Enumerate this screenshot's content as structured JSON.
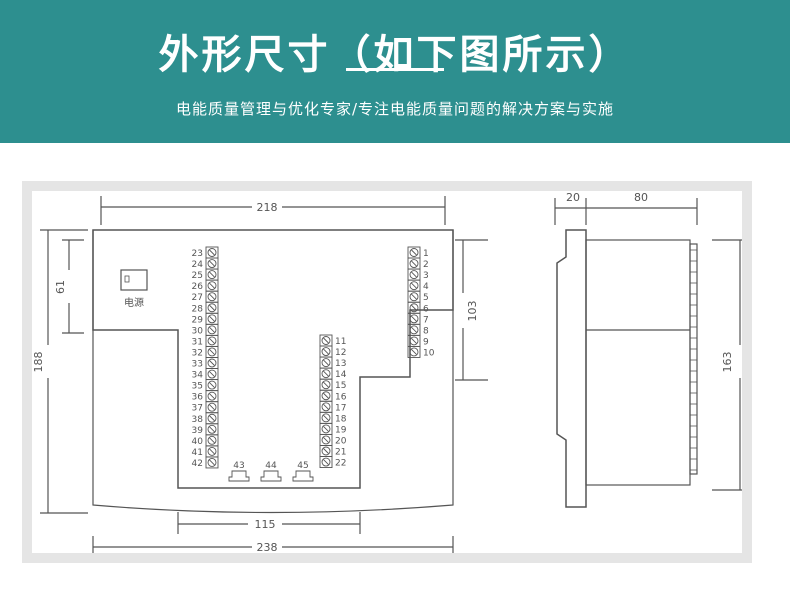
{
  "banner": {
    "title": "外形尺寸（如下图所示）",
    "subtitle": "电能质量管理与优化专家/专注电能质量问题的解决方案与实施",
    "bg_color": "#2d8f8f"
  },
  "front_view": {
    "dimensions": {
      "top_width": "218",
      "overall_height": "188",
      "left_step_height": "61",
      "right_step_height": "103",
      "bottom_inner_width": "115",
      "overall_width": "238"
    },
    "power_switch_label": "电源",
    "terminals_right_column": [
      "1",
      "2",
      "3",
      "4",
      "5",
      "6",
      "7",
      "8",
      "9",
      "10"
    ],
    "terminals_middle_column": [
      "11",
      "12",
      "13",
      "14",
      "15",
      "16",
      "17",
      "18",
      "19",
      "20",
      "21",
      "22"
    ],
    "terminals_left_column": [
      "23",
      "24",
      "25",
      "26",
      "27",
      "28",
      "29",
      "30",
      "31",
      "32",
      "33",
      "34",
      "35",
      "36",
      "37",
      "38",
      "39",
      "40",
      "41",
      "42"
    ],
    "bottom_ports": [
      "43",
      "44",
      "45"
    ]
  },
  "side_view": {
    "dimensions": {
      "front_depth": "20",
      "body_depth": "80",
      "body_height": "163"
    }
  }
}
